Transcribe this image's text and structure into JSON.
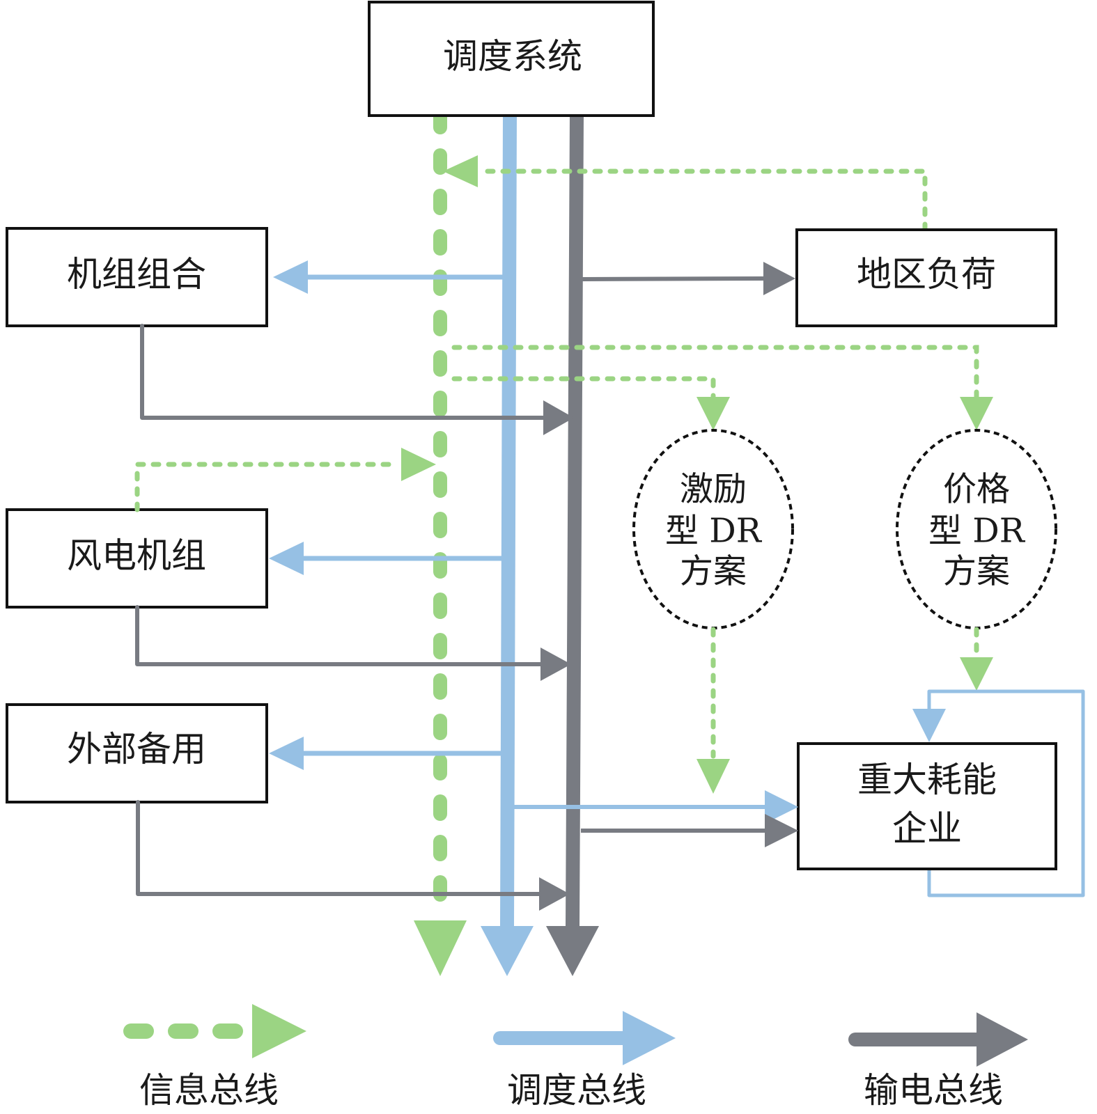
{
  "colors": {
    "info": "#9bd483",
    "dispatch": "#96c0e4",
    "power": "#787b82",
    "box_stroke": "#111111",
    "ellipse_stroke": "#111111"
  },
  "nodes": {
    "dispatch_system": "调度系统",
    "unit_commitment": "机组组合",
    "wind_units": "风电机组",
    "external_reserve": "外部备用",
    "regional_load": "地区负荷",
    "major_consumers": [
      "重大耗能",
      "企业"
    ],
    "incentive_dr": [
      "激励",
      "型 DR",
      "方案"
    ],
    "price_dr": [
      "价格",
      "型 DR",
      "方案"
    ]
  },
  "legend": [
    {
      "key": "info",
      "label": "信息总线",
      "style": "dashed"
    },
    {
      "key": "dispatch",
      "label": "调度总线",
      "style": "solid-thin"
    },
    {
      "key": "power",
      "label": "输电总线",
      "style": "solid-thick"
    }
  ]
}
